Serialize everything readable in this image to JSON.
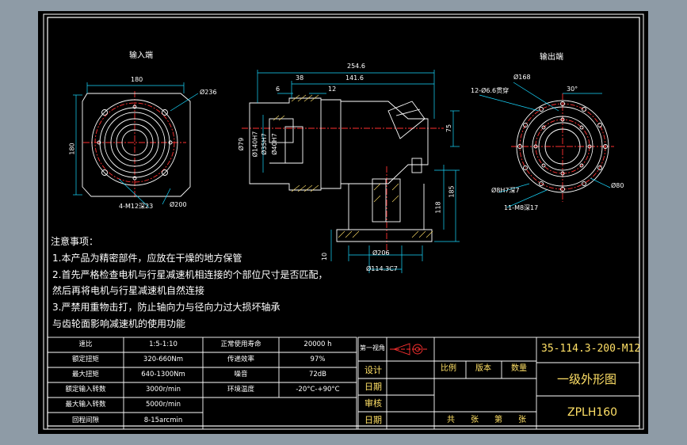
{
  "views": {
    "input_end_label": "输入端",
    "output_end_label": "输出端"
  },
  "dims": {
    "d180_top": "180",
    "d180_side": "180",
    "phi236": "Ø236",
    "holes_in": "4-M12深23",
    "phi200": "Ø200",
    "d254_6": "254.6",
    "d38": "38",
    "d141_6": "141.6",
    "d6": "6",
    "d12": "12",
    "d75": "75",
    "phi79": "Ø79",
    "phi140h7": "Ø140H7",
    "phi35h7": "Ø35H7",
    "phi40h7": "Ø40H7",
    "d185": "185",
    "d118": "118",
    "d10": "10",
    "phi206": "Ø206",
    "phi114": "Ø114.3C7",
    "phi168": "Ø168",
    "holes_out": "12-Ø6.6贯穿",
    "d30deg": "30°",
    "pin8h7": "Ø8H7深7",
    "holes_m8": "11-M8深17",
    "phi80": "Ø80"
  },
  "notes": {
    "heading": "注意事项：",
    "line1": "1.本产品为精密部件，应放在干燥的地方保管",
    "line2": "2.首先严格检查电机与行星减速机相连接的个部位尺寸是否匹配，",
    "line3": "然后再将电机与行星减速机自然连接",
    "line4": "3.严禁用重物击打，防止轴向力与径向力过大损坏轴承",
    "line5": "与齿轮面影响减速机的使用功能"
  },
  "spec_table": {
    "rows": [
      [
        "速比",
        "1:5-1:10",
        "正常使用寿命",
        "20000 h"
      ],
      [
        "额定扭矩",
        "320-660Nm",
        "传递效率",
        "97%"
      ],
      [
        "最大扭矩",
        "640-1300Nm",
        "噪音",
        "72dB"
      ],
      [
        "额定输入转数",
        "3000r/min",
        "环境温度",
        "-20°C-+90°C"
      ],
      [
        "最大输入转数",
        "5000r/min",
        "",
        ""
      ],
      [
        "回程间隙",
        "8-15arcmin",
        "",
        ""
      ]
    ]
  },
  "title_block": {
    "projection_label": "第一视角",
    "design": "设计",
    "date1": "日期",
    "review": "审核",
    "date2": "日期",
    "scale": "比例",
    "version": "版本",
    "quantity": "数量",
    "sheets": "共　　张　　第　　张",
    "drawing_no": "35-114.3-200-M12",
    "drawing_title": "一级外形图",
    "model": "ZPLH160"
  },
  "colors": {
    "background": "#000000",
    "frame": "#8e9ba6",
    "outline": "#ffffff",
    "centerline": "#ff3030",
    "dimension": "#18d8ff",
    "hatch": "#ffe066"
  }
}
